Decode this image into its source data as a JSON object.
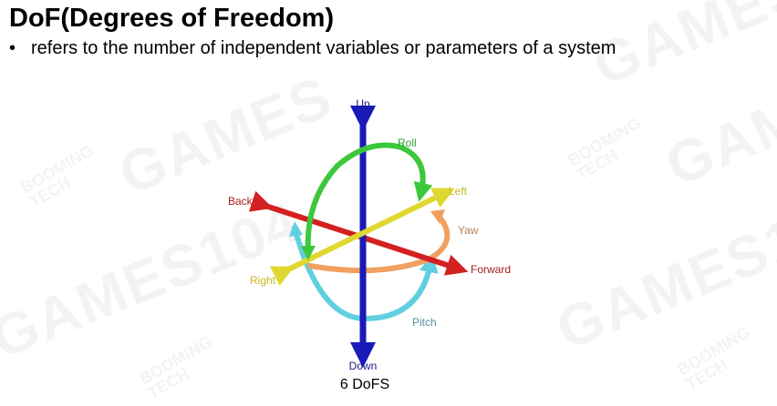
{
  "slide": {
    "title": "DoF(Degrees of Freedom)",
    "bullet_symbol": "•",
    "bullet_text": "refers to the number of independent variables or parameters of a system"
  },
  "diagram": {
    "caption": "6 DoFS",
    "labels": {
      "up": "Up",
      "down": "Down",
      "back": "Back",
      "forward": "Forward",
      "left": "Left",
      "right": "Right",
      "roll": "Roll",
      "yaw": "Yaw",
      "pitch": "Pitch"
    },
    "colors": {
      "vertical_axis": "#1a1ab8",
      "back_forward_axis": "#d42020",
      "left_right_axis": "#e0d830",
      "roll": "#3cc83c",
      "yaw": "#f0a060",
      "pitch": "#60d0e0",
      "label_up_down": "#1a1a8a",
      "label_back_forward": "#a02020",
      "label_left_right": "#c8b820",
      "label_roll": "#30a030",
      "label_yaw": "#c08050",
      "label_pitch": "#5090a0"
    }
  },
  "watermarks": {
    "brand": "GAMES104",
    "games": "GAMES",
    "sub_line1": "BOOMING",
    "sub_line2": "TECH"
  }
}
